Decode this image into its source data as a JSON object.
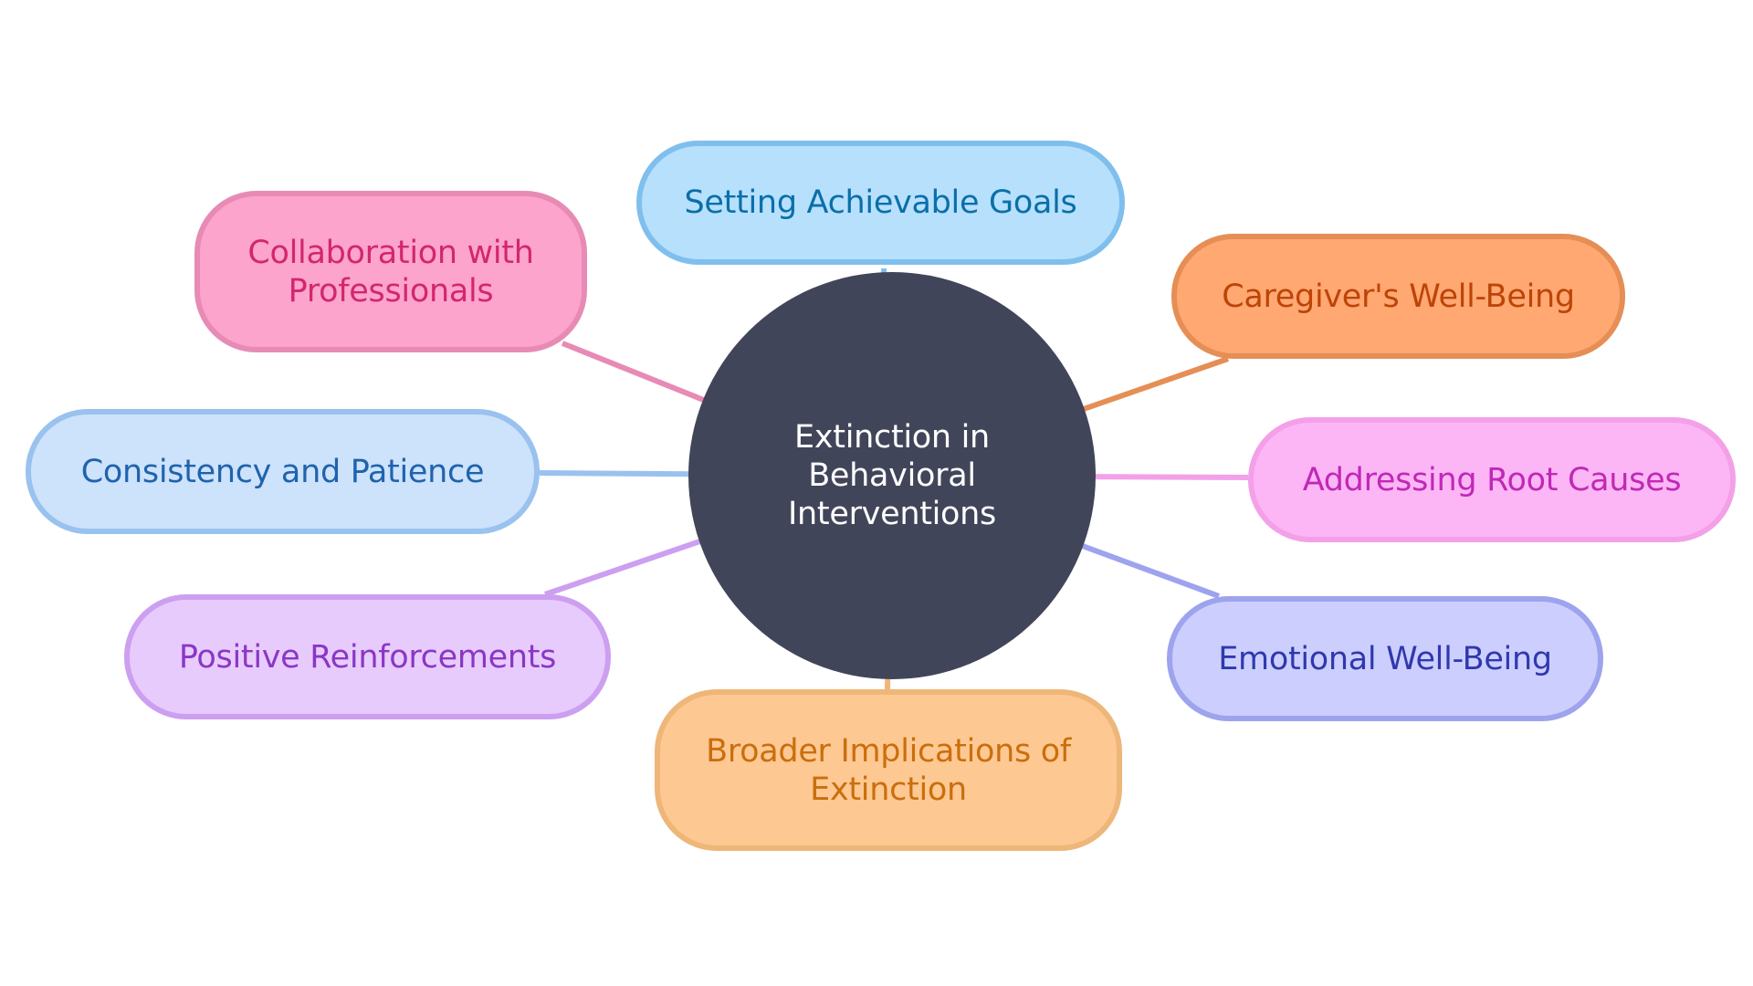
{
  "center": {
    "title": "Extinction in Behavioral Interventions",
    "lines": [
      "Extinction in Behavioral",
      "Interventions"
    ],
    "fill": "#414559",
    "text_color": "#ffffff"
  },
  "branches": [
    {
      "id": "setting-achievable-goals",
      "lines": [
        "Setting Achievable Goals"
      ],
      "fill": "#b7e0fd",
      "border": "#7fbfee",
      "text_color": "#0a6fa8"
    },
    {
      "id": "collaboration-with-professionals",
      "lines": [
        "Collaboration with",
        "Professionals"
      ],
      "fill": "#fca4cc",
      "border": "#e78bb5",
      "text_color": "#d3266f"
    },
    {
      "id": "caregivers-well-being",
      "lines": [
        "Caregiver's Well-Being"
      ],
      "fill": "#ffa872",
      "border": "#e58e55",
      "text_color": "#bd4407"
    },
    {
      "id": "consistency-and-patience",
      "lines": [
        "Consistency and Patience"
      ],
      "fill": "#cde2fb",
      "border": "#99c2ee",
      "text_color": "#1f63ad"
    },
    {
      "id": "addressing-root-causes",
      "lines": [
        "Addressing Root Causes"
      ],
      "fill": "#fdb6f5",
      "border": "#f3a0e9",
      "text_color": "#c028b7"
    },
    {
      "id": "positive-reinforcements",
      "lines": [
        "Positive Reinforcements"
      ],
      "fill": "#e8cbfd",
      "border": "#cc9ff0",
      "text_color": "#8a37c4"
    },
    {
      "id": "emotional-well-being",
      "lines": [
        "Emotional Well-Being"
      ],
      "fill": "#cccffd",
      "border": "#9ea3ee",
      "text_color": "#3038ae"
    },
    {
      "id": "broader-implications-of-extinction",
      "lines": [
        "Broader Implications of",
        "Extinction"
      ],
      "fill": "#fec893",
      "border": "#eeb679",
      "text_color": "#c96f0c"
    }
  ]
}
